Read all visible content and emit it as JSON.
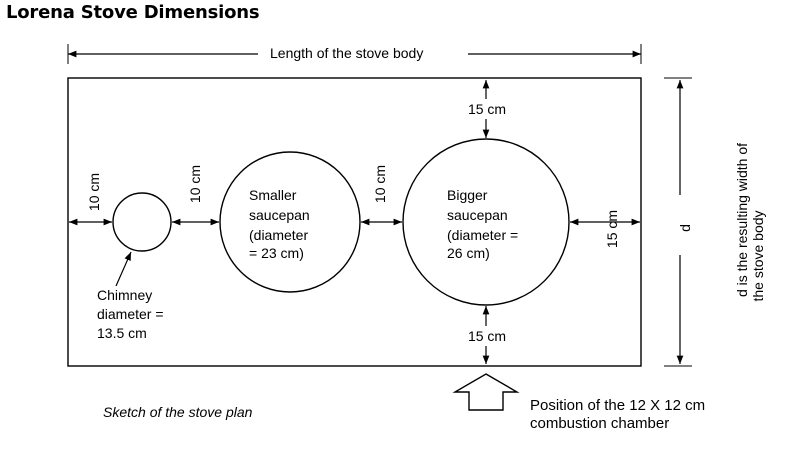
{
  "title": "Lorena Stove Dimensions",
  "labels": {
    "length": "Length of the stove body",
    "top_gap": "15 cm",
    "bottom_gap": "15 cm",
    "right_gap": "15 cm",
    "gap_left": "10 cm",
    "gap_chimney_small": "10 cm",
    "gap_small_big": "10 cm",
    "depth": "d",
    "depth_note_1": "d is the resulting width of",
    "depth_note_2": "the stove body"
  },
  "smaller_pan": [
    "Smaller",
    "saucepan",
    "(diameter",
    "= 23 cm)"
  ],
  "bigger_pan": [
    "Bigger",
    "saucepan",
    "(diameter =",
    "26 cm)"
  ],
  "chimney": [
    "Chimney",
    "diameter =",
    "13.5 cm"
  ],
  "caption": "Sketch of the stove plan",
  "chamber": [
    "Position of the 12 X 12 cm",
    "combustion chamber"
  ]
}
